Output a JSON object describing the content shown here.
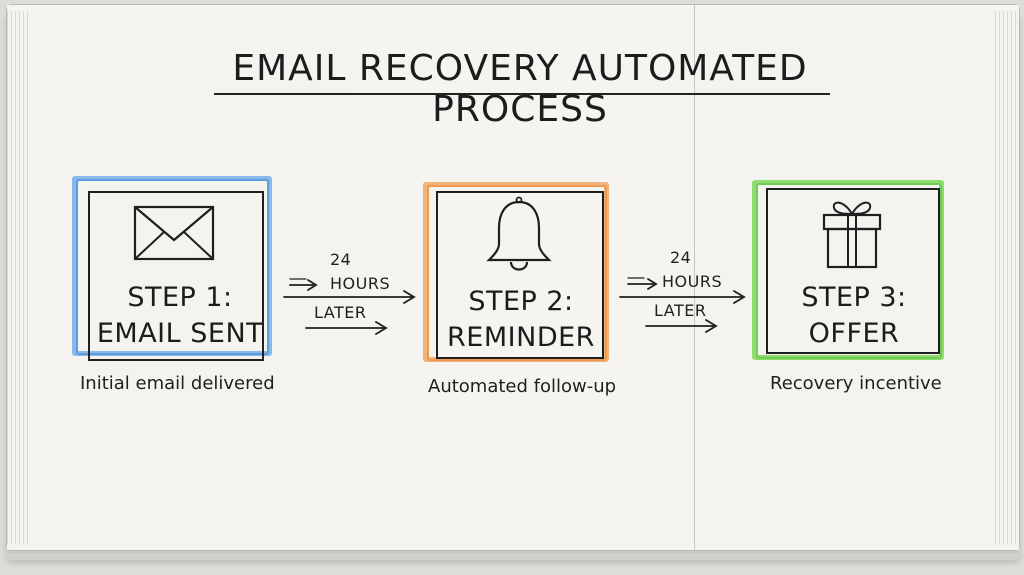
{
  "title": "EMAIL RECOVERY AUTOMATED PROCESS",
  "steps": [
    {
      "line1": "STEP 1:",
      "line2": "EMAIL SENT",
      "caption": "Initial email delivered",
      "icon": "envelope-icon",
      "color": "#7aaee6"
    },
    {
      "line1": "STEP 2:",
      "line2": "REMINDER",
      "caption": "Automated follow-up",
      "icon": "bell-icon",
      "color": "#f2a766"
    },
    {
      "line1": "STEP 3:",
      "line2": "OFFER",
      "caption": "Recovery incentive",
      "icon": "gift-icon",
      "color": "#86d66c"
    }
  ],
  "connectors": [
    {
      "line1": "24",
      "line2": "HOURS",
      "line3": "LATER"
    },
    {
      "line1": "24",
      "line2": "HOURS",
      "line3": "LATER"
    }
  ]
}
